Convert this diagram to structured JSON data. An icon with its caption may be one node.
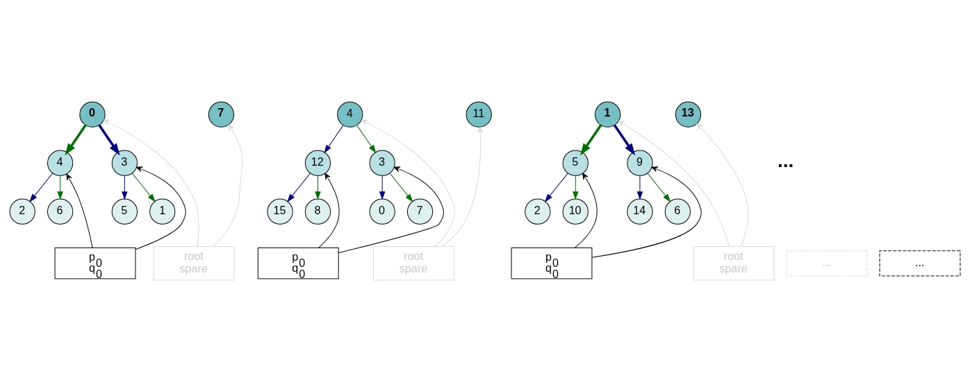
{
  "diagram": {
    "nodes": [
      {
        "text": [
          "0"
        ]
      },
      {
        "text": [
          "7"
        ]
      },
      {
        "text": [
          "4"
        ]
      },
      {
        "text": [
          "11"
        ]
      },
      {
        "text": [
          "1"
        ]
      },
      {
        "text": [
          "13"
        ]
      },
      {
        "text": [
          "4"
        ]
      },
      {
        "text": [
          "3"
        ]
      },
      {
        "text": [
          "12"
        ]
      },
      {
        "text": [
          "3"
        ]
      },
      {
        "text": [
          "5"
        ]
      },
      {
        "text": [
          "9"
        ]
      },
      {
        "text": [
          "2"
        ]
      },
      {
        "text": [
          "6"
        ]
      },
      {
        "text": [
          "5"
        ]
      },
      {
        "text": [
          "1"
        ]
      },
      {
        "text": [
          "15"
        ]
      },
      {
        "text": [
          "8"
        ]
      },
      {
        "text": [
          "0"
        ]
      },
      {
        "text": [
          "7"
        ]
      },
      {
        "text": [
          "2"
        ]
      },
      {
        "text": [
          "10"
        ]
      },
      {
        "text": [
          "14"
        ]
      },
      {
        "text": [
          "6"
        ]
      },
      {
        "text": [
          "root",
          "spare"
        ]
      },
      {
        "text": [
          "root",
          "spare"
        ]
      },
      {
        "text": [
          "..."
        ]
      },
      {
        "text": [
          "root",
          "spare"
        ]
      },
      {
        "text": [
          "p$_{0}$",
          "q$_{0}$"
        ]
      },
      {
        "text": [
          "p$_{0}$",
          "q$_{0}$"
        ]
      },
      {
        "text": [
          "..."
        ]
      },
      {
        "text": [
          "p$_{0}$",
          "q$_{0}$"
        ]
      }
    ],
    "edges": [
      {
        "from": 0,
        "to": 6,
        "arrow": "to",
        "style": "thick",
        "color": "#007000"
      },
      {
        "from": 0,
        "to": 7,
        "arrow": "to",
        "style": "thick",
        "color": "#000080"
      },
      {
        "from": 6,
        "to": 12,
        "arrow": "to",
        "color": "#000080"
      },
      {
        "from": 6,
        "to": 13,
        "arrow": "to",
        "color": "#007000"
      },
      {
        "from": 7,
        "to": 14,
        "arrow": "to",
        "color": "#000080"
      },
      {
        "from": 7,
        "to": 15,
        "arrow": "to",
        "color": "#007000"
      },
      {
        "from": 2,
        "to": 8,
        "arrow": "to",
        "color": "#000080"
      },
      {
        "from": 2,
        "to": 9,
        "arrow": "to",
        "color": "#007000"
      },
      {
        "from": 8,
        "to": 16,
        "arrow": "to",
        "color": "#000080"
      },
      {
        "from": 8,
        "to": 17,
        "arrow": "to",
        "color": "#007000"
      },
      {
        "from": 9,
        "to": 18,
        "arrow": "to",
        "color": "#000080"
      },
      {
        "from": 9,
        "to": 19,
        "arrow": "to",
        "color": "#007000"
      },
      {
        "from": 4,
        "to": 10,
        "arrow": "to",
        "style": "thick",
        "color": "#007000"
      },
      {
        "from": 4,
        "to": 11,
        "arrow": "to",
        "style": "thick",
        "color": "#000080"
      },
      {
        "from": 10,
        "to": 20,
        "arrow": "to",
        "color": "#000080"
      },
      {
        "from": 10,
        "to": 21,
        "arrow": "to",
        "color": "#007000"
      },
      {
        "from": 11,
        "to": 22,
        "arrow": "to",
        "color": "#000080"
      },
      {
        "from": 11,
        "to": 23,
        "arrow": "to",
        "color": "#007000"
      },
      {
        "from": 24,
        "to": 0,
        "arrow": "to",
        "color": "#d9d9d9"
      },
      {
        "from": 24,
        "to": 1,
        "arrow": "to",
        "color": "#d9d9d9"
      },
      {
        "from": 25,
        "to": 2,
        "arrow": "to",
        "color": "#d9d9d9"
      },
      {
        "from": 25,
        "to": 3,
        "arrow": "to",
        "color": "#d9d9d9"
      },
      {
        "from": 27,
        "to": 4,
        "arrow": "to",
        "color": "#d9d9d9"
      },
      {
        "from": 27,
        "to": 5,
        "arrow": "to",
        "color": "#d9d9d9"
      },
      {
        "from": 28,
        "to": 7,
        "arrow": "to",
        "color": "#000000"
      },
      {
        "from": 28,
        "to": 6,
        "arrow": "to",
        "color": "#000000"
      },
      {
        "from": 29,
        "to": 8,
        "arrow": "to",
        "color": "#000000"
      },
      {
        "from": 29,
        "to": 9,
        "arrow": "to",
        "color": "#000000"
      },
      {
        "from": 31,
        "to": 11,
        "arrow": "to",
        "color": "#000000"
      },
      {
        "from": 31,
        "to": 10,
        "arrow": "to",
        "color": "#000000"
      }
    ],
    "labels": [
      "..."
    ]
  }
}
